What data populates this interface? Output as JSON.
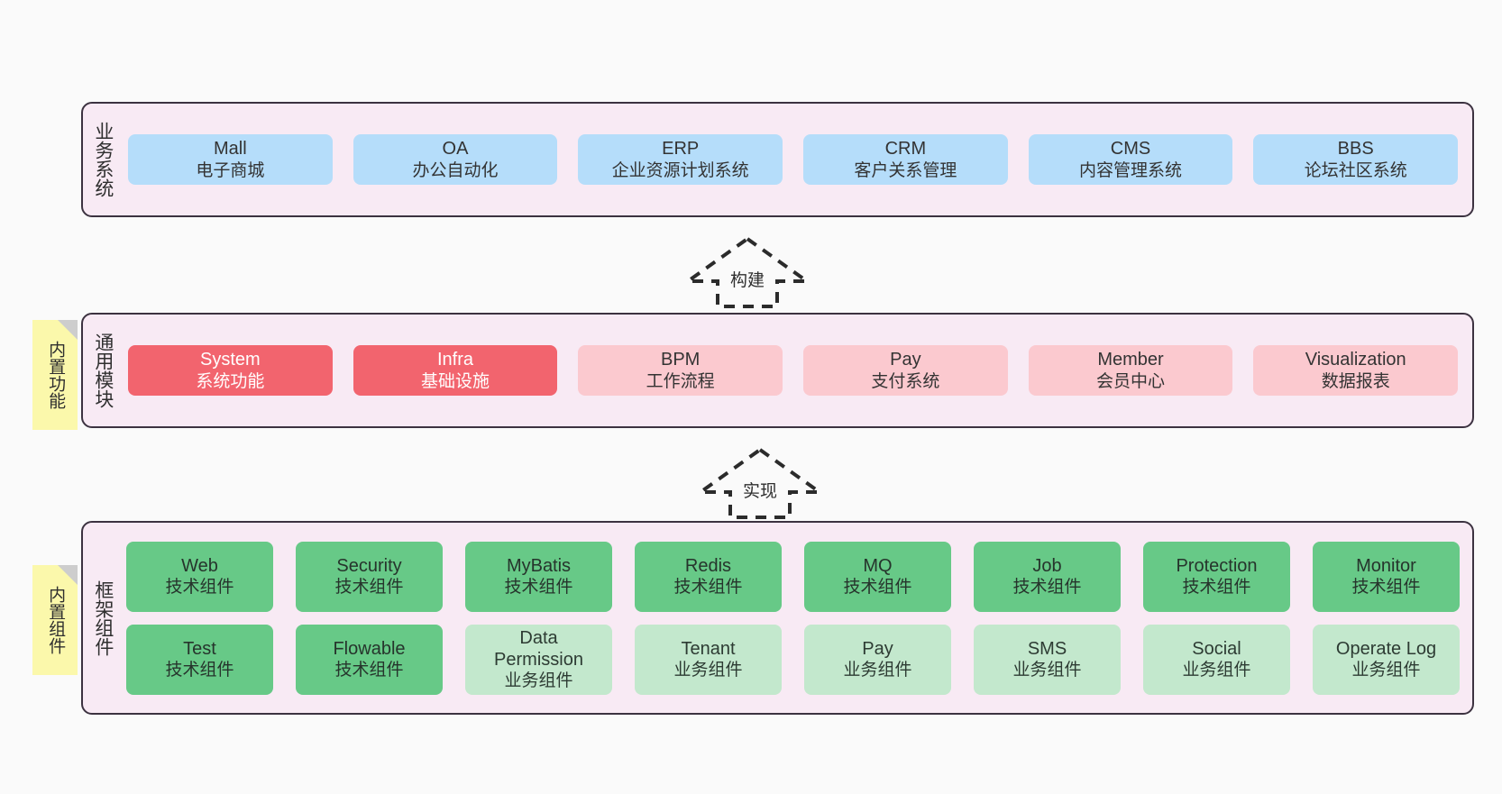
{
  "diagram": {
    "background": "#fafafa",
    "band_fill": "#f8eaf4",
    "band_stroke": "#3c3240",
    "sticky_fill": "#fbf8ab",
    "colors": {
      "blue": "#b5ddfa",
      "red": "#f2646e",
      "pink": "#fbc9cf",
      "green": "#67c987",
      "light_green": "#c3e8cd"
    }
  },
  "layers": [
    {
      "id": "business-systems",
      "label": "业务系统",
      "rows": [
        {
          "cells": [
            {
              "title": "Mall",
              "subtitle": "电子商城",
              "color": "blue"
            },
            {
              "title": "OA",
              "subtitle": "办公自动化",
              "color": "blue"
            },
            {
              "title": "ERP",
              "subtitle": "企业资源计划系统",
              "color": "blue"
            },
            {
              "title": "CRM",
              "subtitle": "客户关系管理",
              "color": "blue"
            },
            {
              "title": "CMS",
              "subtitle": "内容管理系统",
              "color": "blue"
            },
            {
              "title": "BBS",
              "subtitle": "论坛社区系统",
              "color": "blue"
            }
          ]
        }
      ]
    },
    {
      "id": "common-modules",
      "label": "通用模块",
      "sticky": "内置功能",
      "rows": [
        {
          "cells": [
            {
              "title": "System",
              "subtitle": "系统功能",
              "color": "red"
            },
            {
              "title": "Infra",
              "subtitle": "基础设施",
              "color": "red"
            },
            {
              "title": "BPM",
              "subtitle": "工作流程",
              "color": "pink"
            },
            {
              "title": "Pay",
              "subtitle": "支付系统",
              "color": "pink"
            },
            {
              "title": "Member",
              "subtitle": "会员中心",
              "color": "pink"
            },
            {
              "title": "Visualization",
              "subtitle": "数据报表",
              "color": "pink"
            }
          ]
        }
      ]
    },
    {
      "id": "framework-components",
      "label": "框架组件",
      "sticky": "内置组件",
      "rows": [
        {
          "cells": [
            {
              "title": "Web",
              "subtitle": "技术组件",
              "color": "green"
            },
            {
              "title": "Security",
              "subtitle": "技术组件",
              "color": "green"
            },
            {
              "title": "MyBatis",
              "subtitle": "技术组件",
              "color": "green"
            },
            {
              "title": "Redis",
              "subtitle": "技术组件",
              "color": "green"
            },
            {
              "title": "MQ",
              "subtitle": "技术组件",
              "color": "green"
            },
            {
              "title": "Job",
              "subtitle": "技术组件",
              "color": "green"
            },
            {
              "title": "Protection",
              "subtitle": "技术组件",
              "color": "green"
            },
            {
              "title": "Monitor",
              "subtitle": "技术组件",
              "color": "green"
            }
          ]
        },
        {
          "cells": [
            {
              "title": "Test",
              "subtitle": "技术组件",
              "color": "green"
            },
            {
              "title": "Flowable",
              "subtitle": "技术组件",
              "color": "green"
            },
            {
              "title": "Data Permission",
              "subtitle": "业务组件",
              "color": "light_green"
            },
            {
              "title": "Tenant",
              "subtitle": "业务组件",
              "color": "light_green"
            },
            {
              "title": "Pay",
              "subtitle": "业务组件",
              "color": "light_green"
            },
            {
              "title": "SMS",
              "subtitle": "业务组件",
              "color": "light_green"
            },
            {
              "title": "Social",
              "subtitle": "业务组件",
              "color": "light_green"
            },
            {
              "title": "Operate Log",
              "subtitle": "业务组件",
              "color": "light_green"
            }
          ]
        }
      ]
    }
  ],
  "connectors": [
    {
      "id": "build",
      "label": "构建",
      "direction": "up"
    },
    {
      "id": "implement",
      "label": "实现",
      "direction": "up"
    }
  ]
}
